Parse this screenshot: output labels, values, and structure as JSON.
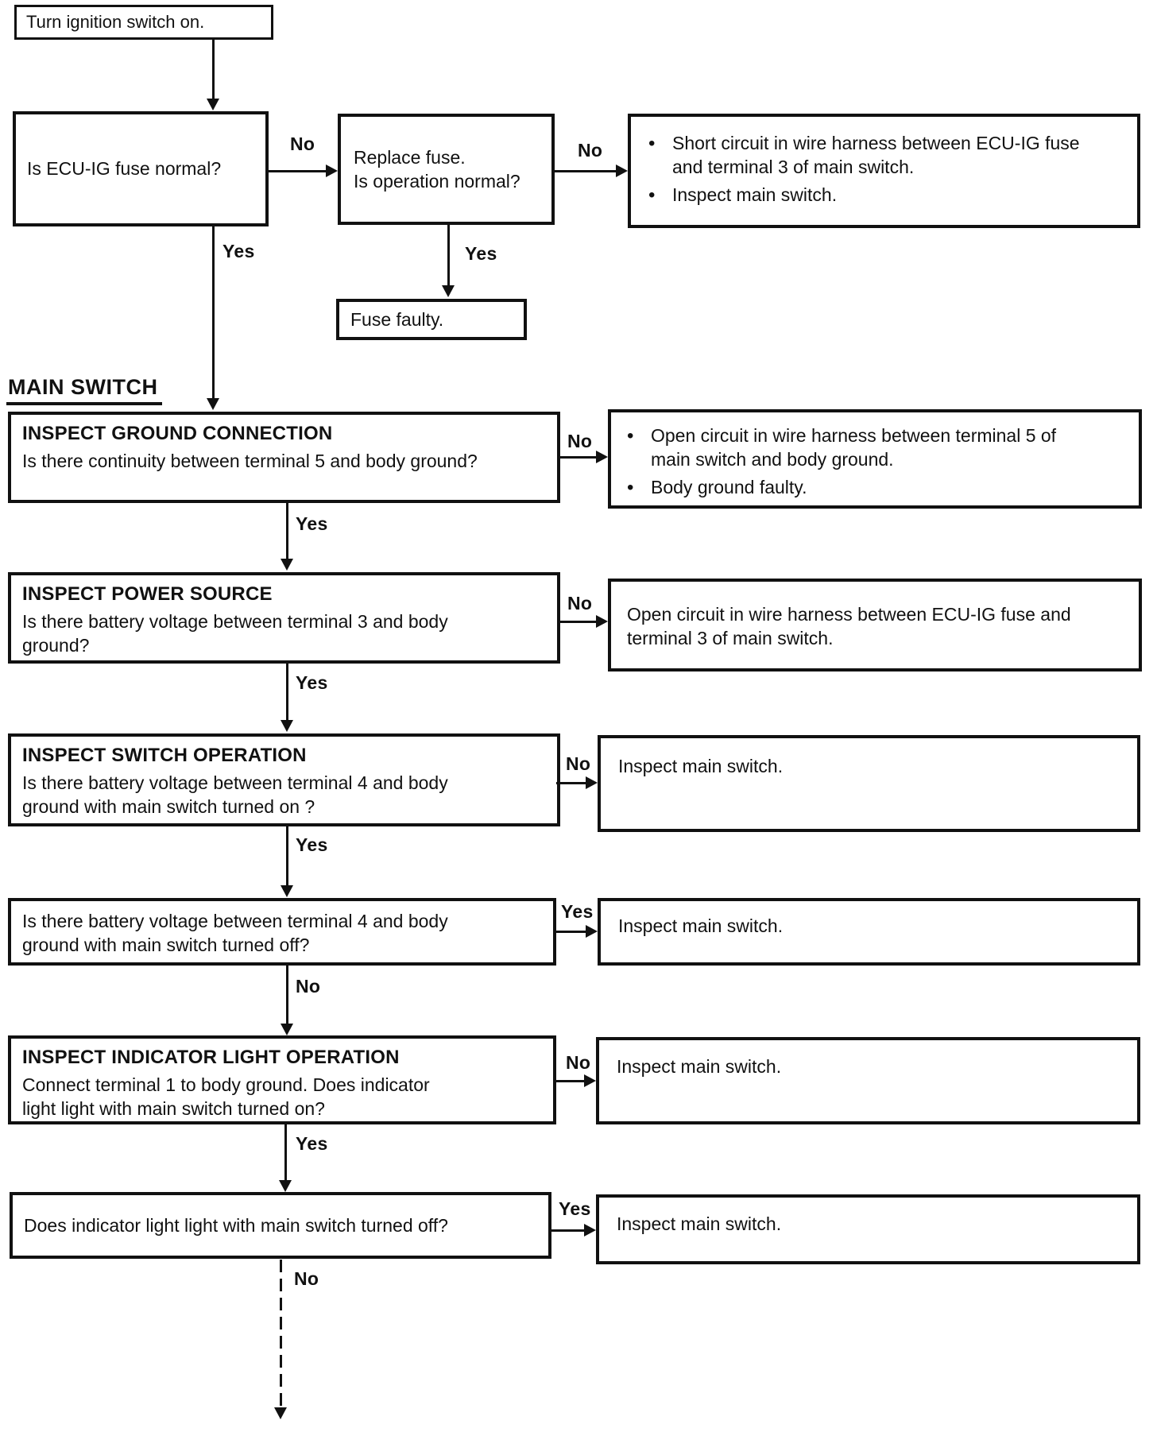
{
  "section_heading": "MAIN SWITCH",
  "edge_labels": {
    "yes": "Yes",
    "no": "No"
  },
  "colors": {
    "ink": "#111111",
    "paper": "#ffffff"
  },
  "nodes": {
    "start": {
      "text": "Turn ignition switch on."
    },
    "fuse_check": {
      "text": "Is ECU-IG fuse normal?"
    },
    "replace_fuse": {
      "line1": "Replace fuse.",
      "line2": "Is operation normal?"
    },
    "short_circuit": {
      "bullets": [
        "Short circuit in wire harness between ECU-IG fuse and terminal 3 of main switch.",
        "Inspect main switch."
      ]
    },
    "fuse_faulty": {
      "text": "Fuse faulty."
    },
    "ground_connection": {
      "title": "INSPECT GROUND CONNECTION",
      "question": "Is there continuity between terminal 5 and body ground?"
    },
    "open_circuit_terminal5": {
      "bullets": [
        "Open circuit in wire harness between terminal 5 of main switch and body ground.",
        "Body ground faulty."
      ]
    },
    "power_source": {
      "title": "INSPECT POWER SOURCE",
      "question": "Is there battery voltage between terminal 3 and body ground?"
    },
    "open_circuit_ecuig": {
      "text": "Open circuit in wire harness between ECU-IG fuse and terminal 3 of main switch."
    },
    "switch_operation": {
      "title": "INSPECT SWITCH OPERATION",
      "question": "Is there battery voltage between terminal 4 and body ground with main switch turned on ?"
    },
    "inspect_main_switch_1": {
      "text": "Inspect main switch."
    },
    "terminal4_off": {
      "text": "Is there battery voltage between terminal 4 and body ground with main switch turned off?"
    },
    "inspect_main_switch_2": {
      "text": "Inspect main switch."
    },
    "indicator_light": {
      "title": "INSPECT INDICATOR LIGHT OPERATION",
      "question": "Connect terminal 1 to body ground. Does indicator light light with main switch turned on?"
    },
    "inspect_main_switch_3": {
      "text": "Inspect main switch."
    },
    "indicator_off": {
      "text": "Does indicator light light with main switch turned off?"
    },
    "inspect_main_switch_4": {
      "text": "Inspect main switch."
    }
  }
}
